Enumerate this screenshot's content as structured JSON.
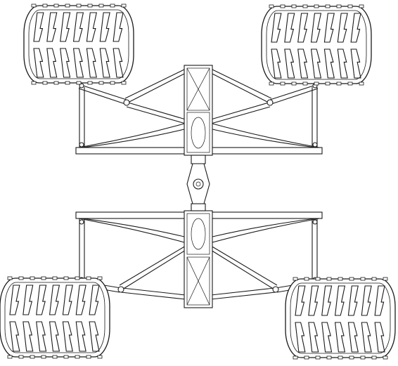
{
  "diagram": {
    "kind": "rover-chassis-top-view",
    "line_color": "#1a1a1a",
    "background": "#ffffff",
    "wheels": [
      {
        "id": "front-left"
      },
      {
        "id": "front-right"
      },
      {
        "id": "rear-left"
      },
      {
        "id": "rear-right"
      }
    ],
    "axles": [
      {
        "id": "front"
      },
      {
        "id": "rear"
      }
    ]
  }
}
